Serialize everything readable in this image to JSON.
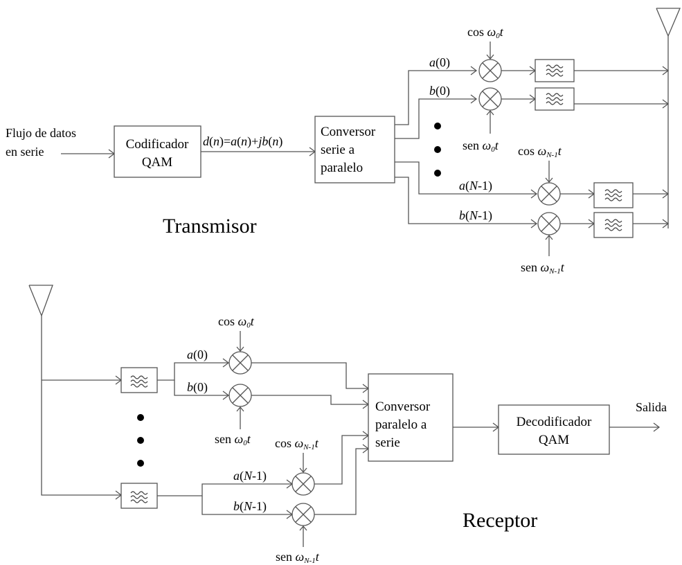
{
  "input": {
    "line1": "Flujo de datos",
    "line2": "en serie"
  },
  "coder": {
    "line1": "Codificador",
    "line2": "QAM"
  },
  "mapping": {
    "d": "d",
    "n": "n",
    "eq": "=",
    "a": "a",
    "plus": "+",
    "jb": "jb",
    "lp": "(",
    "rp": ")"
  },
  "sp_conv": {
    "line1": "Conversor",
    "line2": "serie a",
    "line3": "paralelo"
  },
  "section_tx": "Transmisor",
  "section_rx": "Receptor",
  "ps_conv": {
    "line1": "Conversor",
    "line2": "paralelo a",
    "line3": "serie"
  },
  "decoder": {
    "line1": "Decodificador",
    "line2": "QAM"
  },
  "output": "Salida",
  "sym": {
    "a": "a",
    "b": "b",
    "N": "N",
    "zero": "(0)",
    "lp": "(",
    "minus1": "-1)",
    "cos": "cos",
    "sen": "sen",
    "omega": "ω",
    "t": "t",
    "sub0": "0",
    "subN1": "N-1"
  },
  "colors": {
    "line": "#555555",
    "text": "#000000",
    "background": "#ffffff"
  }
}
